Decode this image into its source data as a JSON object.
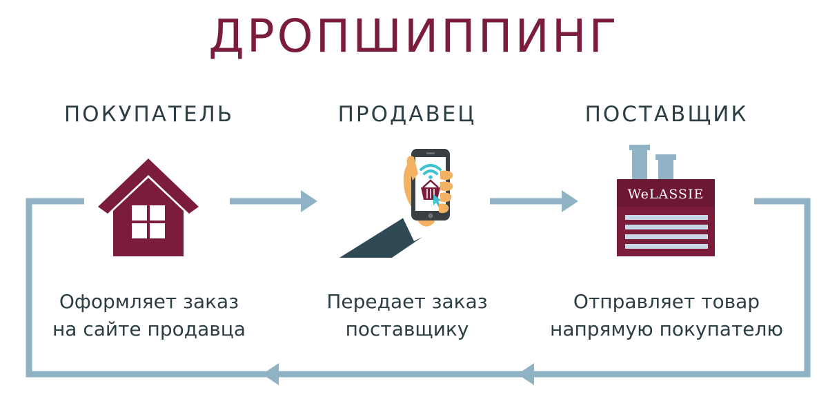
{
  "title": "ДРОПШИППИНГ",
  "colors": {
    "accent": "#7b1d3a",
    "arrow": "#8fb3c4",
    "text": "#2c3e44",
    "hand": "#f2b262",
    "sleeve": "#2f4a54",
    "wifi": "#3ec3d0",
    "chimney": "#8fb3c4"
  },
  "columns": [
    {
      "heading": "ПОКУПАТЕЛЬ",
      "icon": "house-icon",
      "desc_line1": "Оформляет заказ",
      "desc_line2": "на сайте продавца"
    },
    {
      "heading": "ПРОДАВЕЦ",
      "icon": "phone-hand-icon",
      "desc_line1": "Передает заказ",
      "desc_line2": "поставщику"
    },
    {
      "heading": "ПОСТАВЩИК",
      "icon": "factory-icon",
      "desc_line1": "Отправляет товар",
      "desc_line2": "напрямую покупателю"
    }
  ],
  "factory_brand": "WeLASSIE"
}
